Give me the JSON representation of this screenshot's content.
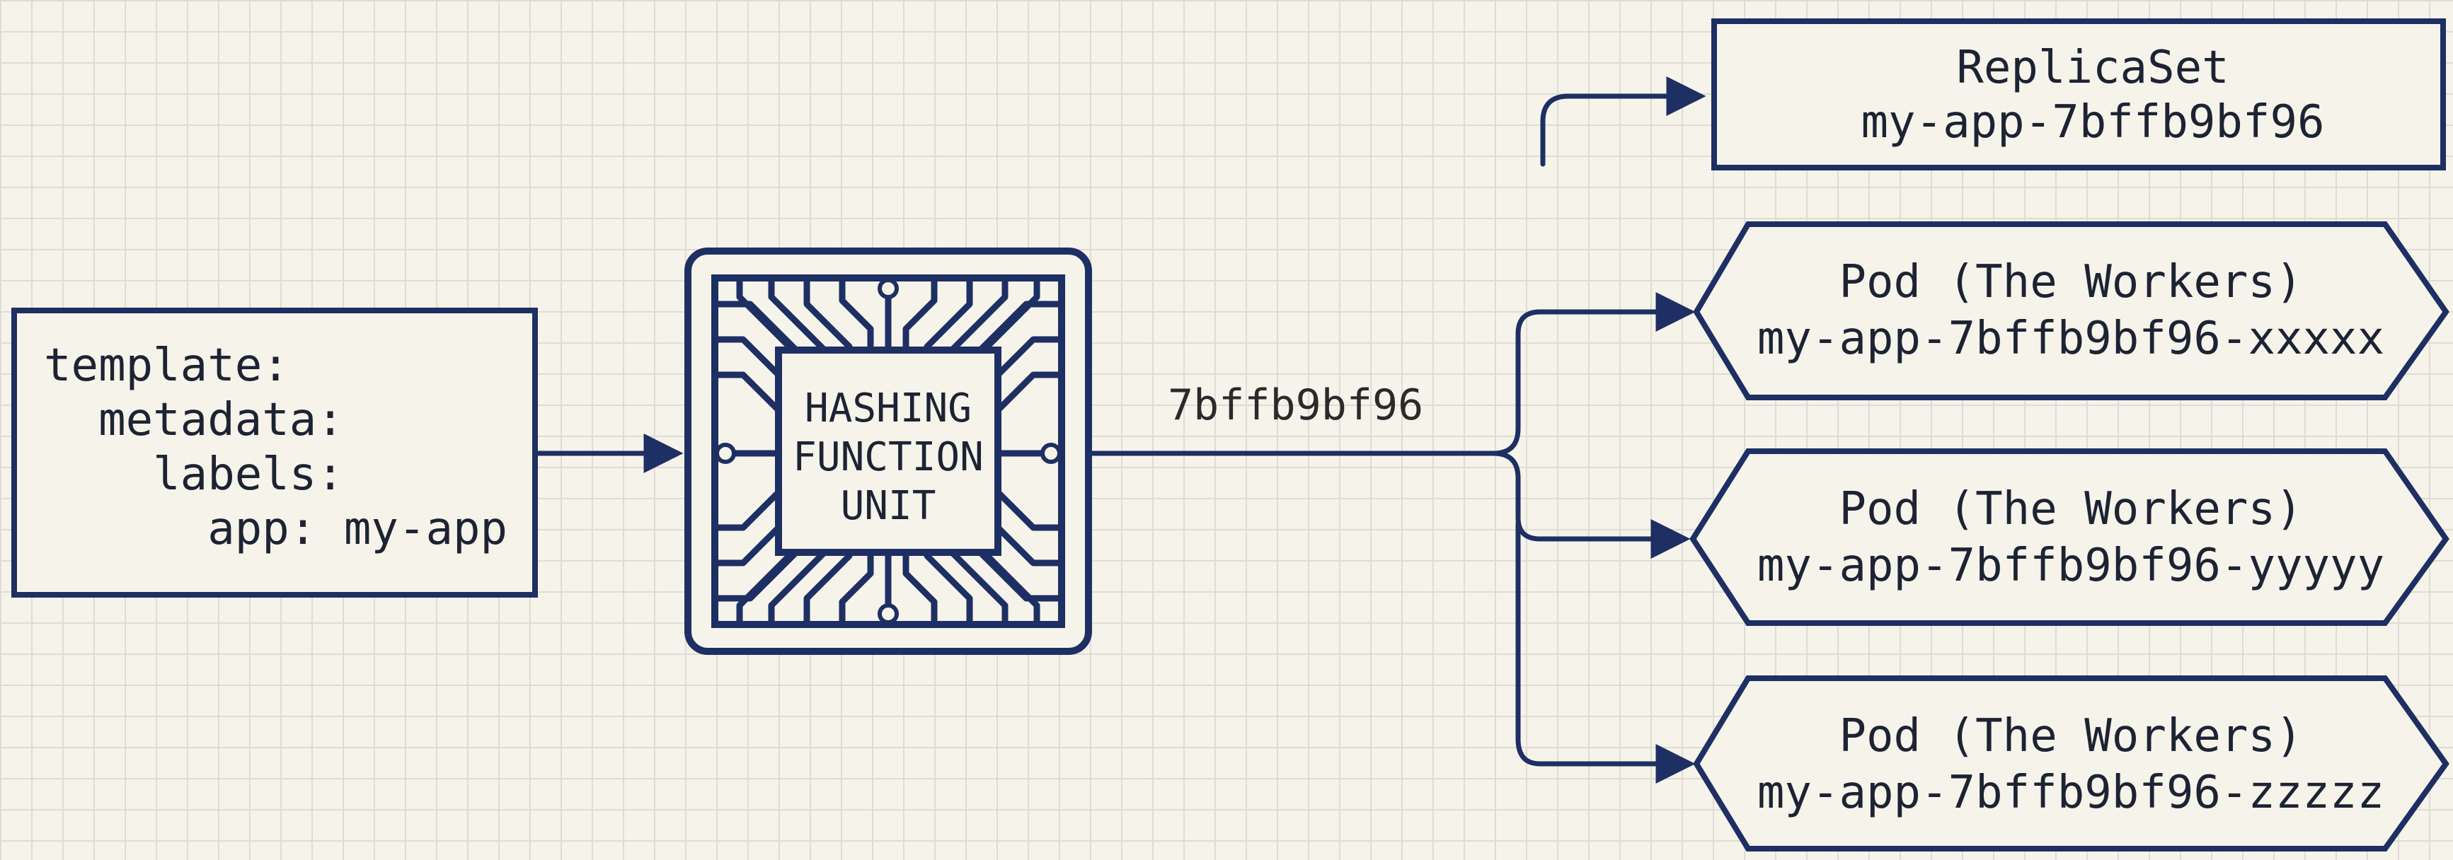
{
  "template_box": {
    "lines": [
      "template:",
      "  metadata:",
      "    labels:",
      "      app: my-app"
    ]
  },
  "hashing_unit": {
    "lines": [
      "HASHING",
      "FUNCTION",
      "UNIT"
    ]
  },
  "hash_value": "7bffb9bf96",
  "replicaset": {
    "title": "ReplicaSet",
    "name": "my-app-7bffb9bf96"
  },
  "pods": [
    {
      "title": "Pod (The Workers)",
      "name": "my-app-7bffb9bf96-xxxxx"
    },
    {
      "title": "Pod (The Workers)",
      "name": "my-app-7bffb9bf96-yyyyy"
    },
    {
      "title": "Pod (The Workers)",
      "name": "my-app-7bffb9bf96-zzzzz"
    }
  ],
  "colors": {
    "navy": "#1d2f63",
    "paper": "#f6f3ea",
    "grid": "#dedcd4"
  }
}
